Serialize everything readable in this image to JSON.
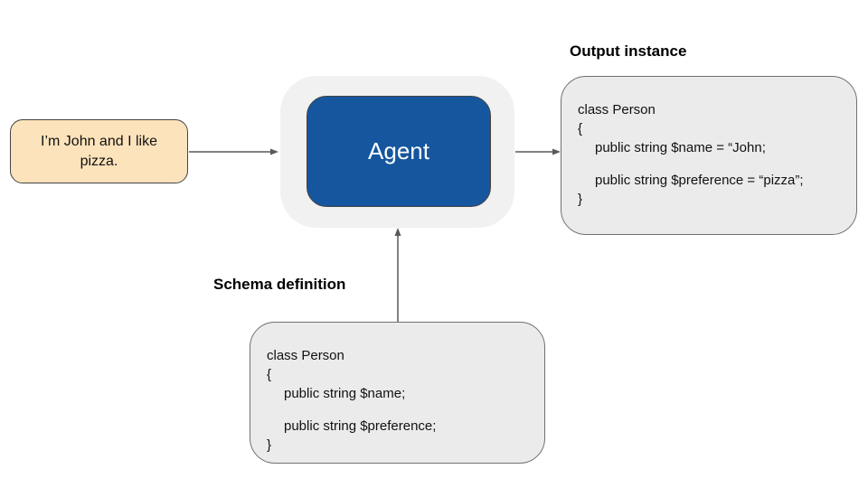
{
  "diagram": {
    "input_message": {
      "text": "I’m John and I like pizza."
    },
    "agent": {
      "label": "Agent"
    },
    "output": {
      "title": "Output instance",
      "code": [
        "class Person",
        "{",
        "public string $name = “John;",
        "",
        "public string $preference = “pizza”;",
        "}"
      ]
    },
    "schema": {
      "title": "Schema definition",
      "code": [
        "class Person",
        "{",
        "public string $name;",
        "",
        "public string $preference;",
        "}"
      ]
    },
    "colors": {
      "note_fill": "#FCE3BB",
      "note_border": "#434343",
      "agent_fill": "#15569E",
      "agent_halo": "#F1F1F1",
      "agent_text": "#FFFFFF",
      "code_box_fill": "#EBEBEB",
      "code_box_border": "#707070",
      "arrow": "#595959",
      "background": "#FFFFFF"
    }
  }
}
